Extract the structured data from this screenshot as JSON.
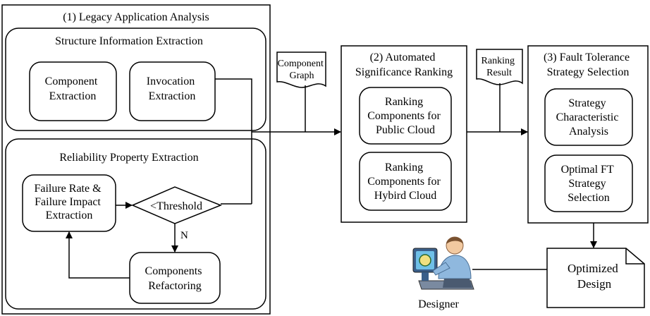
{
  "panel1": {
    "title": "(1) Legacy Application Analysis",
    "structure_group": {
      "title": "Structure Information Extraction",
      "component_extraction": [
        "Component",
        "Extraction"
      ],
      "invocation_extraction": [
        "Invocation",
        "Extraction"
      ]
    },
    "reliability_group": {
      "title": "Reliability Property Extraction",
      "failure_box": [
        "Failure Rate &",
        "Failure Impact",
        "Extraction"
      ],
      "threshold": "<Threshold",
      "n_label": "N",
      "refactoring": [
        "Components",
        "Refactoring"
      ]
    }
  },
  "doc_component_graph": [
    "Component",
    "Graph"
  ],
  "panel2": {
    "title": [
      "(2) Automated",
      "Significance Ranking"
    ],
    "public_cloud": [
      "Ranking",
      "Components for",
      "Public Cloud"
    ],
    "hybrid_cloud": [
      "Ranking",
      "Components for",
      "Hybird Cloud"
    ]
  },
  "doc_ranking_result": [
    "Ranking",
    "Result"
  ],
  "panel3": {
    "title": [
      "(3) Fault Tolerance",
      "Strategy Selection"
    ],
    "characteristic": [
      "Strategy",
      "Characteristic",
      "Analysis"
    ],
    "optimal": [
      "Optimal FT",
      "Strategy",
      "Selection"
    ]
  },
  "optimized_design": [
    "Optimized",
    "Design"
  ],
  "designer": "Designer",
  "colors": {
    "stroke": "#000000",
    "designer_shirt": "#8fb8de",
    "designer_skin": "#f2c9a0",
    "designer_hair": "#7a5230",
    "monitor_frame": "#3a5f8a",
    "monitor_screen": "#6fc0e8",
    "desk": "#7a8aa0"
  }
}
